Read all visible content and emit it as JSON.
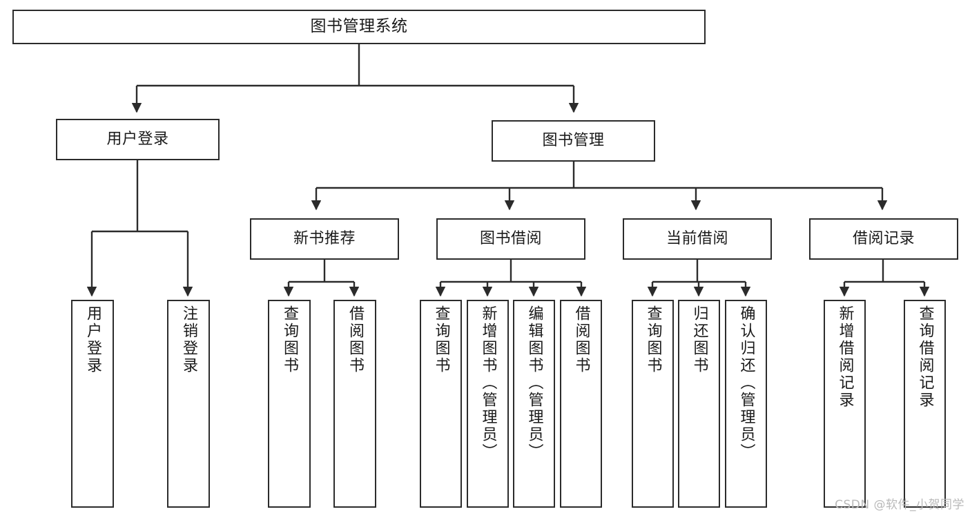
{
  "diagram": {
    "title": "图书管理系统",
    "type": "tree-hierarchy",
    "line_color": "#2b2b2b",
    "box_fill": "#ffffff",
    "text_color": "#1a1a1a",
    "watermark": "CSDN @软件_小贺同学",
    "nodes": {
      "root": "图书管理系统",
      "login": "用户登录",
      "book_manage": "图书管理",
      "new_book_rec": "新书推荐",
      "book_borrow": "图书借阅",
      "current_borrow": "当前借阅",
      "borrow_record": "借阅记录",
      "leaf_user_login": "用户登录",
      "leaf_logout": "注销登录",
      "leaf_query_book_a": "查询图书",
      "leaf_borrow_book_a": "借阅图书",
      "leaf_query_book_b": "查询图书",
      "leaf_add_book": "新增图书（管理员）",
      "leaf_edit_book": "编辑图书（管理员）",
      "leaf_borrow_book_b": "借阅图书",
      "leaf_query_book_c": "查询图书",
      "leaf_return_book": "归还图书",
      "leaf_confirm_return": "确认归还（管理员）",
      "leaf_add_record": "新增借阅记录",
      "leaf_query_record": "查询借阅记录"
    }
  }
}
